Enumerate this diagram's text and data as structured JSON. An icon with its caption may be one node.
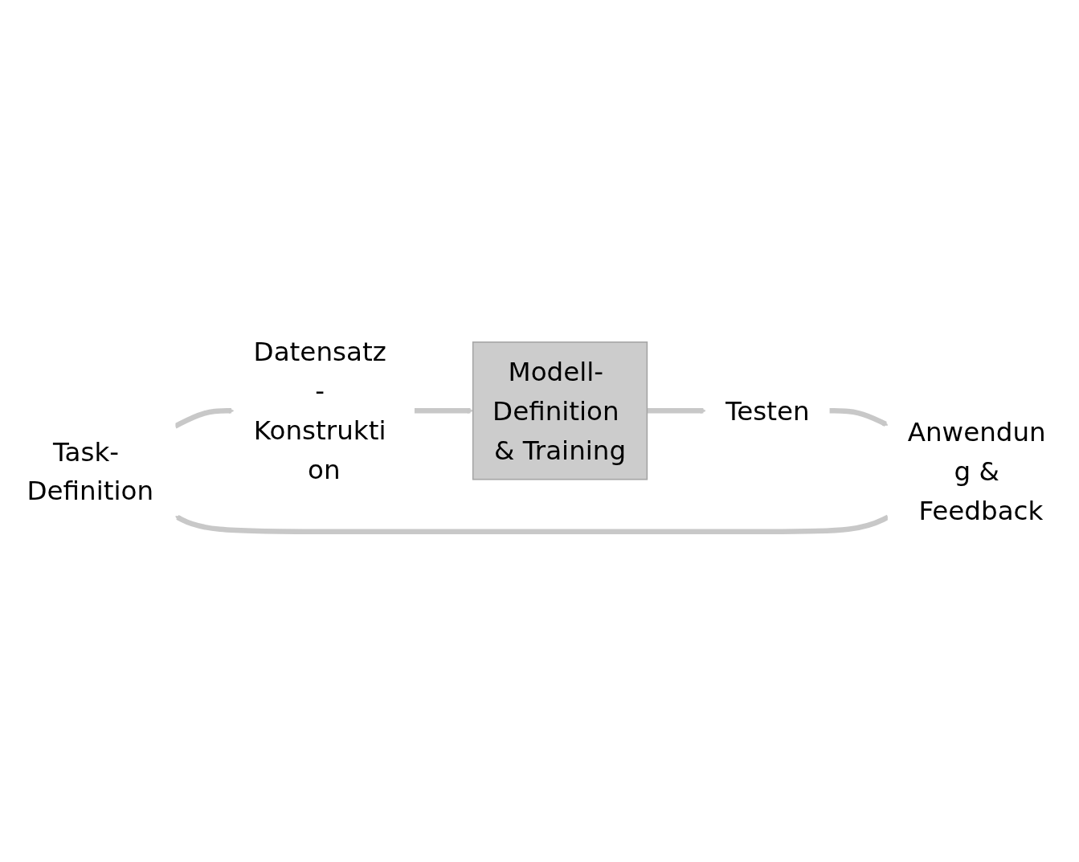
{
  "diagram": {
    "nodes": [
      {
        "text": [
          "Task- Definition"
        ]
      },
      {
        "text": [
          "Datensatz - Konstrukti on"
        ]
      },
      {
        "text": [
          "Modell- Definition & Training"
        ]
      },
      {
        "text": [
          "Testen"
        ]
      },
      {
        "text": [
          "Anwendun g & Feedback"
        ]
      }
    ],
    "edges": [
      {
        "from": 0,
        "to": 1,
        "arrow": "to"
      },
      {
        "from": 1,
        "to": 2,
        "arrow": "to"
      },
      {
        "from": 2,
        "to": 3,
        "arrow": "to"
      },
      {
        "from": 3,
        "to": 4,
        "arrow": "to"
      },
      {
        "from": 4,
        "to": 0,
        "arrow": "to"
      }
    ]
  }
}
